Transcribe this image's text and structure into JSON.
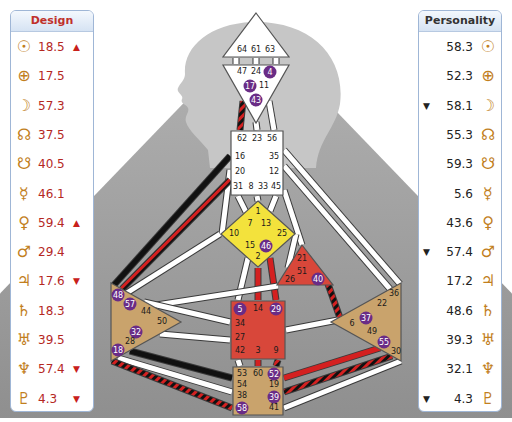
{
  "diagram": {
    "nodes": [
      {
        "text": [
          "Design"
        ]
      },
      {
        "text": [
          "Personality"
        ]
      },
      {
        "text": [
          "64",
          "61",
          "63"
        ]
      },
      {
        "text": [
          "47",
          "24",
          "4",
          "17",
          "11",
          "43"
        ]
      },
      {
        "text": [
          "62",
          "23",
          "56",
          "16",
          "35",
          "20",
          "12",
          "31",
          "8",
          "33",
          "45"
        ]
      },
      {
        "text": [
          "1",
          "7",
          "13",
          "10",
          "25",
          "15",
          "2",
          "46"
        ]
      },
      {
        "text": [
          "21",
          "51",
          "26",
          "40"
        ]
      },
      {
        "text": [
          "48",
          "57",
          "44",
          "50",
          "32",
          "28",
          "18"
        ]
      },
      {
        "text": [
          "5",
          "14",
          "29",
          "34",
          "27",
          "42",
          "3",
          "9"
        ]
      },
      {
        "text": [
          "36",
          "22",
          "37",
          "6",
          "49",
          "55",
          "30"
        ]
      },
      {
        "text": [
          "53",
          "60",
          "52",
          "54",
          "19",
          "38",
          "39",
          "58",
          "41"
        ]
      }
    ],
    "edges": [
      {
        "from": 2,
        "to": 3,
        "arrow": "none"
      },
      {
        "from": 2,
        "to": 3,
        "arrow": "none"
      },
      {
        "from": 2,
        "to": 3,
        "arrow": "none"
      },
      {
        "from": 3,
        "to": 4,
        "arrow": "none"
      },
      {
        "from": 3,
        "to": 4,
        "arrow": "none"
      },
      {
        "from": 3,
        "to": 4,
        "arrow": "none"
      },
      {
        "from": 4,
        "to": 5,
        "arrow": "none"
      },
      {
        "from": 4,
        "to": 5,
        "arrow": "none"
      },
      {
        "from": 4,
        "to": 5,
        "arrow": "none"
      },
      {
        "from": 4,
        "to": 5,
        "arrow": "none"
      },
      {
        "from": 4,
        "to": 7,
        "arrow": "none"
      },
      {
        "from": 4,
        "to": 7,
        "arrow": "none"
      },
      {
        "from": 4,
        "to": 6,
        "arrow": "none"
      },
      {
        "from": 4,
        "to": 9,
        "arrow": "none"
      },
      {
        "from": 4,
        "to": 9,
        "arrow": "none"
      },
      {
        "from": 5,
        "to": 8,
        "arrow": "none"
      },
      {
        "from": 5,
        "to": 8,
        "arrow": "none"
      },
      {
        "from": 5,
        "to": 8,
        "arrow": "none"
      },
      {
        "from": 5,
        "to": 6,
        "arrow": "none"
      },
      {
        "from": 5,
        "to": 7,
        "arrow": "none"
      },
      {
        "from": 6,
        "to": 7,
        "arrow": "none"
      },
      {
        "from": 6,
        "to": 9,
        "arrow": "none"
      },
      {
        "from": 8,
        "to": 7,
        "arrow": "none"
      },
      {
        "from": 8,
        "to": 7,
        "arrow": "none"
      },
      {
        "from": 8,
        "to": 9,
        "arrow": "none"
      },
      {
        "from": 8,
        "to": 10,
        "arrow": "none"
      },
      {
        "from": 8,
        "to": 10,
        "arrow": "none"
      },
      {
        "from": 8,
        "to": 10,
        "arrow": "none"
      },
      {
        "from": 7,
        "to": 10,
        "arrow": "none"
      },
      {
        "from": 7,
        "to": 10,
        "arrow": "none"
      },
      {
        "from": 7,
        "to": 10,
        "arrow": "none"
      },
      {
        "from": 9,
        "to": 10,
        "arrow": "none"
      },
      {
        "from": 9,
        "to": 10,
        "arrow": "none"
      },
      {
        "from": 9,
        "to": 10,
        "arrow": "none"
      }
    ],
    "labels": [
      "☉",
      "18.5",
      "▲",
      "⊕",
      "17.5",
      "☽",
      "57.3",
      "☊",
      "37.5",
      "☋",
      "40.5",
      "☿",
      "46.1",
      "♀",
      "59.4",
      "▲",
      "♂",
      "29.4",
      "♃",
      "17.6",
      "▼",
      "♄",
      "18.3",
      "♅",
      "39.5",
      "♆",
      "57.4",
      "▼",
      "♇",
      "4.3",
      "▼",
      "58.3",
      "☉",
      "52.3",
      "⊕",
      "▼",
      "58.1",
      "☽",
      "55.3",
      "☊",
      "59.3",
      "☋",
      "5.6",
      "☿",
      "43.6",
      "♀",
      "▼",
      "57.4",
      "♂",
      "17.2",
      "♃",
      "48.6",
      "♄",
      "39.3",
      "♅",
      "32.1",
      "♆",
      "▼",
      "4.3",
      "♇"
    ]
  }
}
